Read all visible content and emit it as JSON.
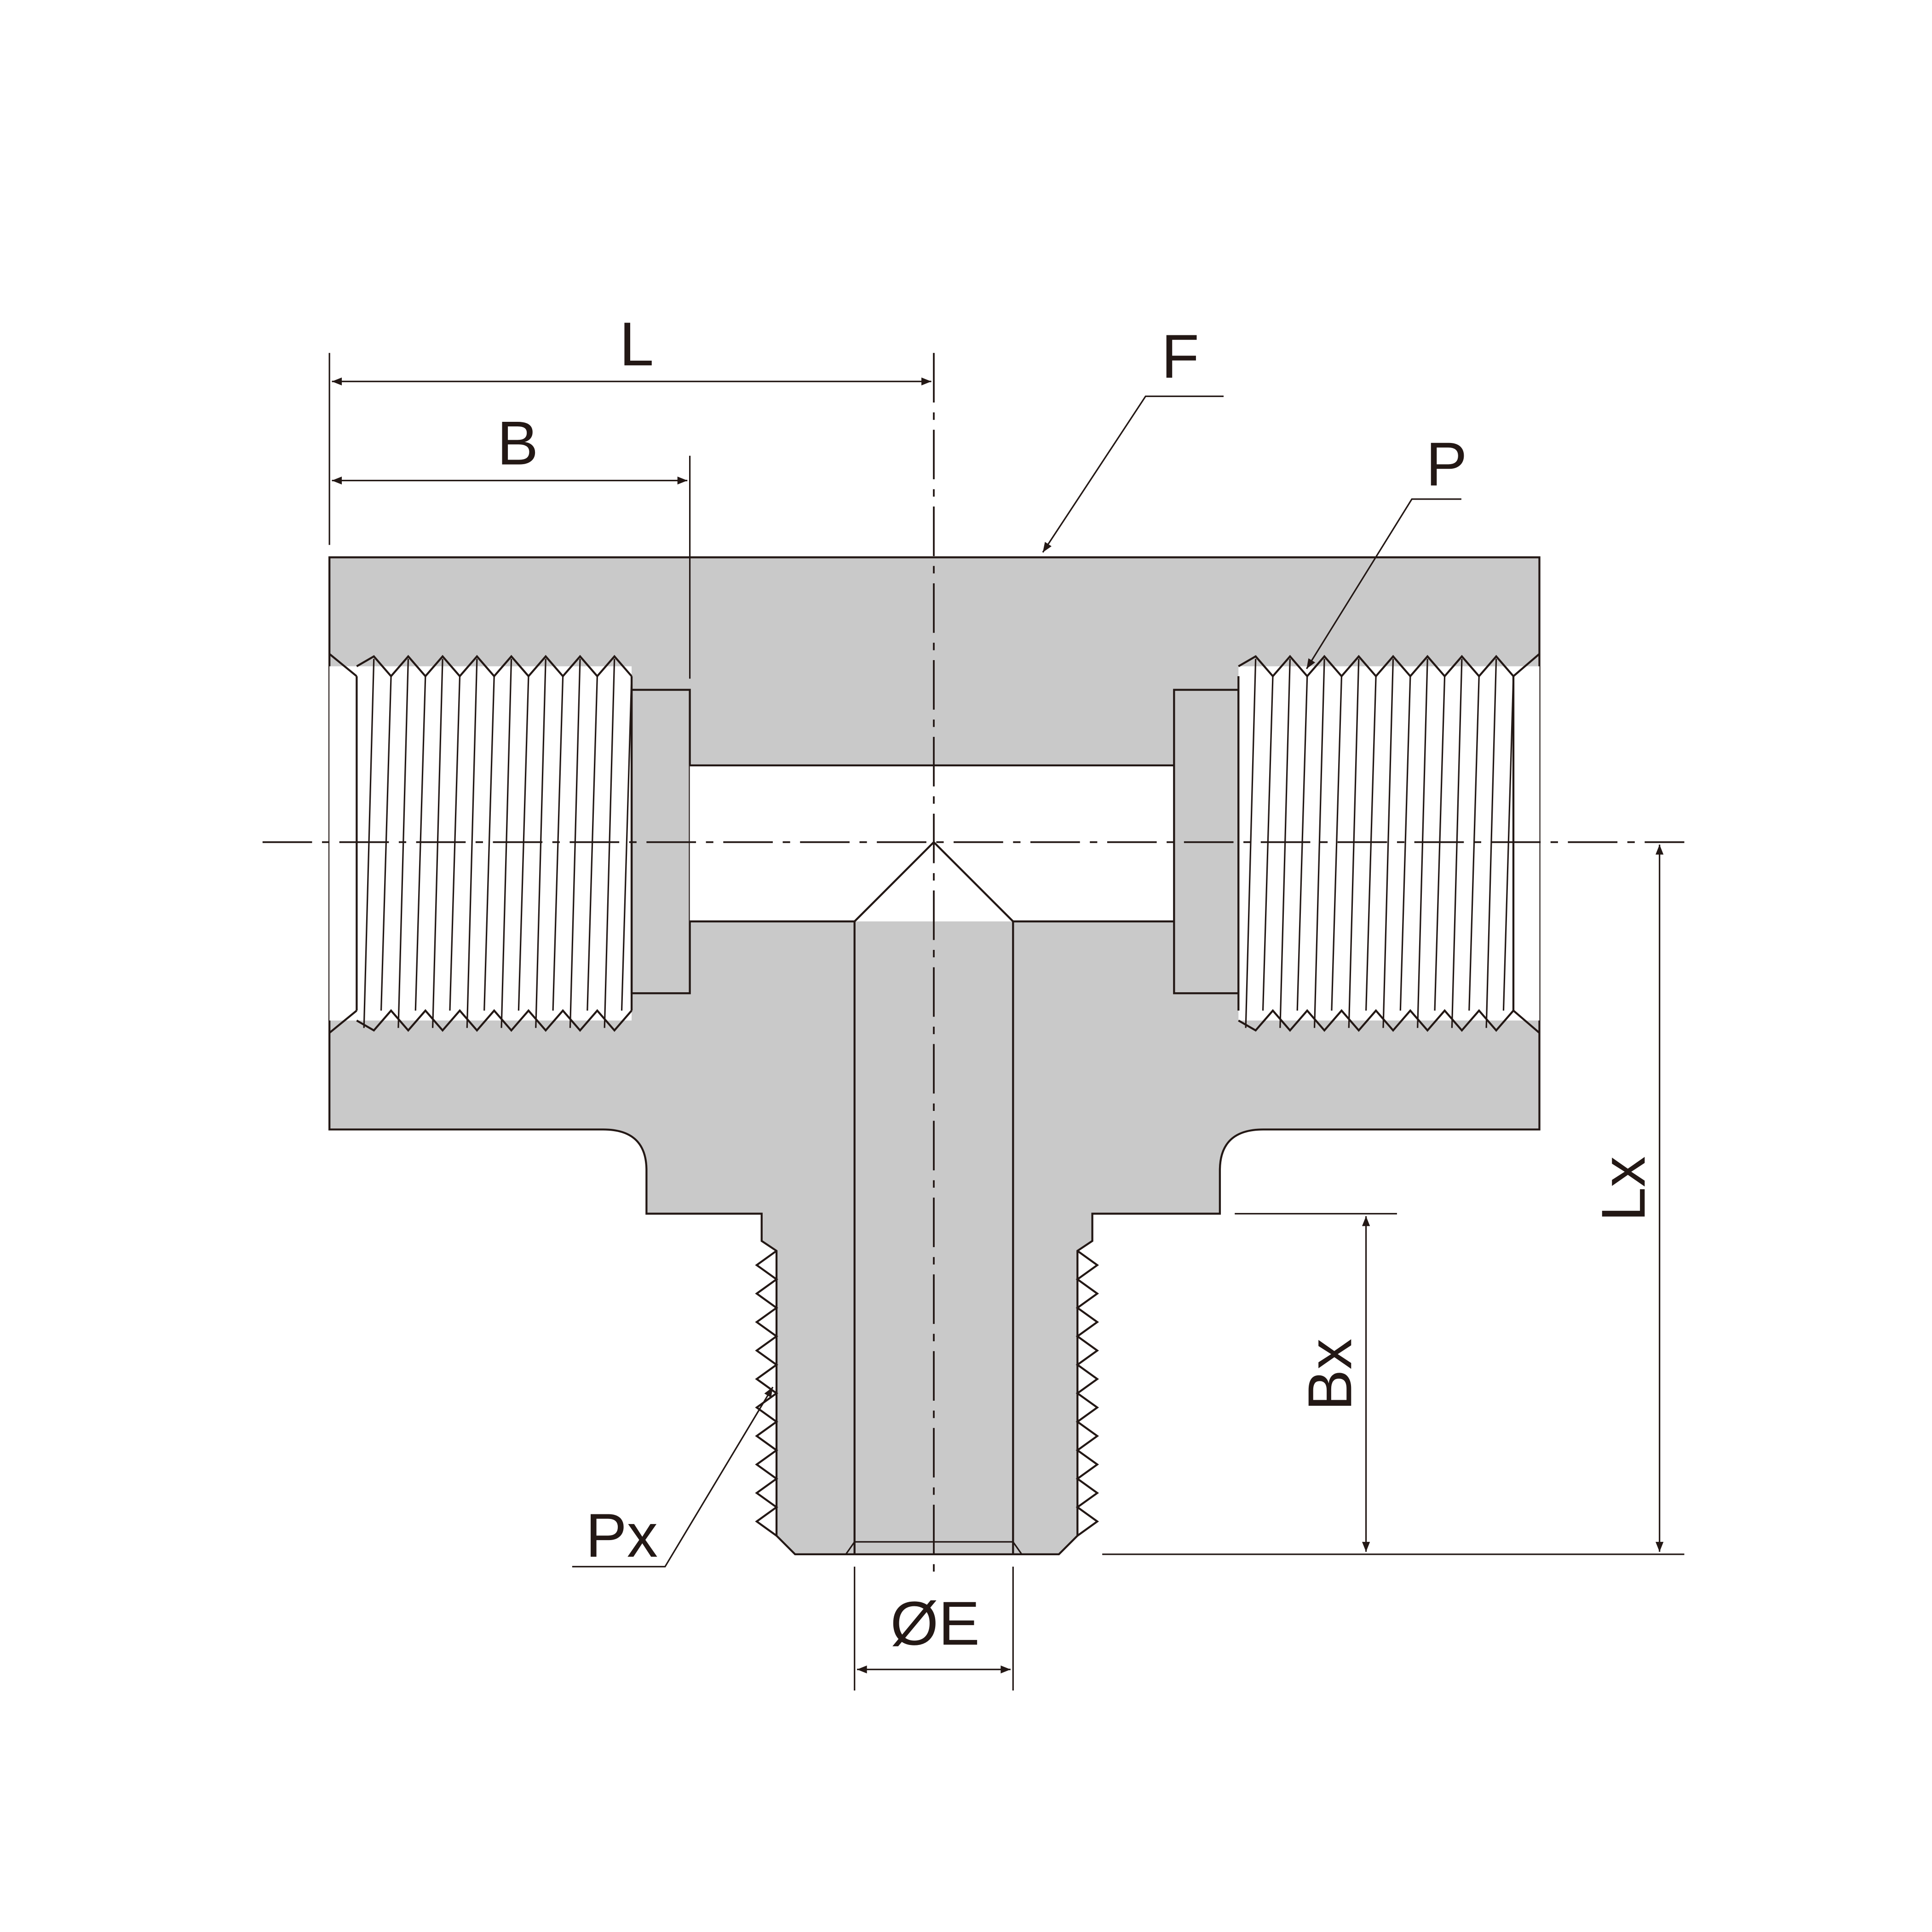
{
  "title": "Male branch tee fitting dimension drawing",
  "colors": {
    "body": "#c9c9c9",
    "line": "#231815",
    "background": "#ffffff"
  },
  "labels": {
    "L": "L",
    "B": "B",
    "F": "F",
    "P": "P",
    "Lx": "Lx",
    "Bx": "Bx",
    "Px": "Px",
    "E": "ØE"
  }
}
